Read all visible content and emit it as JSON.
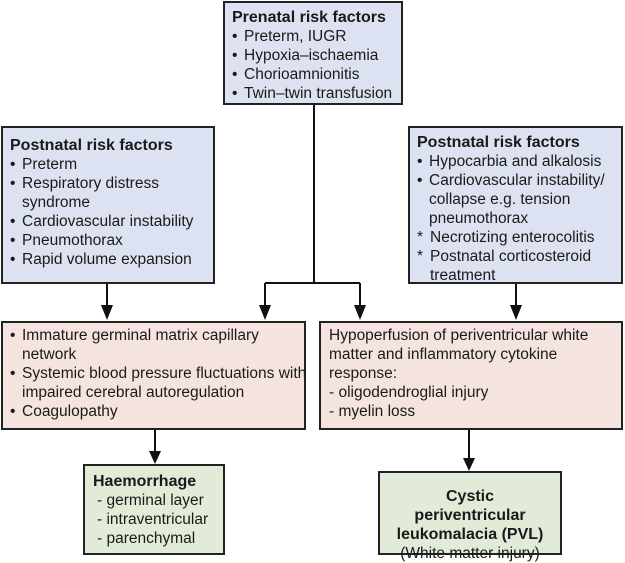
{
  "prenatal": {
    "title": "Prenatal risk factors",
    "items": [
      "Preterm, IUGR",
      "Hypoxia–ischaemia",
      "Chorioamnionitis",
      "Twin–twin transfusion"
    ]
  },
  "postnatal_left": {
    "title": "Postnatal risk factors",
    "items": [
      "Preterm",
      "Respiratory distress syndrome",
      "Cardiovascular instability",
      "Pneumothorax",
      "Rapid volume expansion"
    ]
  },
  "postnatal_right": {
    "title": "Postnatal risk factors",
    "bullet_items": [
      "Hypocarbia and alkalosis",
      "Cardiovascular instability/ collapse e.g. tension pneumothorax"
    ],
    "star_items": [
      "Necrotizing enterocolitis",
      "Postnatal corticosteroid treatment"
    ]
  },
  "mechanism_left": {
    "items": [
      "Immature germinal matrix capillary network",
      "Systemic blood pressure fluctuations with impaired cerebral autoregulation",
      "Coagulopathy"
    ]
  },
  "mechanism_right": {
    "text": "Hypoperfusion of periventricular white matter and inflammatory cytokine response:",
    "items": [
      "- oligodendroglial injury",
      "- myelin loss"
    ]
  },
  "outcome_left": {
    "title": "Haemorrhage",
    "items": [
      "- germinal layer",
      "- intraventricular",
      "- parenchymal"
    ]
  },
  "outcome_right": {
    "title": "Cystic periventricular leukomalacia (PVL)",
    "subtitle": "(White matter injury)"
  },
  "colors": {
    "risk_box": "#dde2f2",
    "mechanism_box": "#f5e3e0",
    "outcome_box": "#e2ead8",
    "border": "#222222"
  }
}
